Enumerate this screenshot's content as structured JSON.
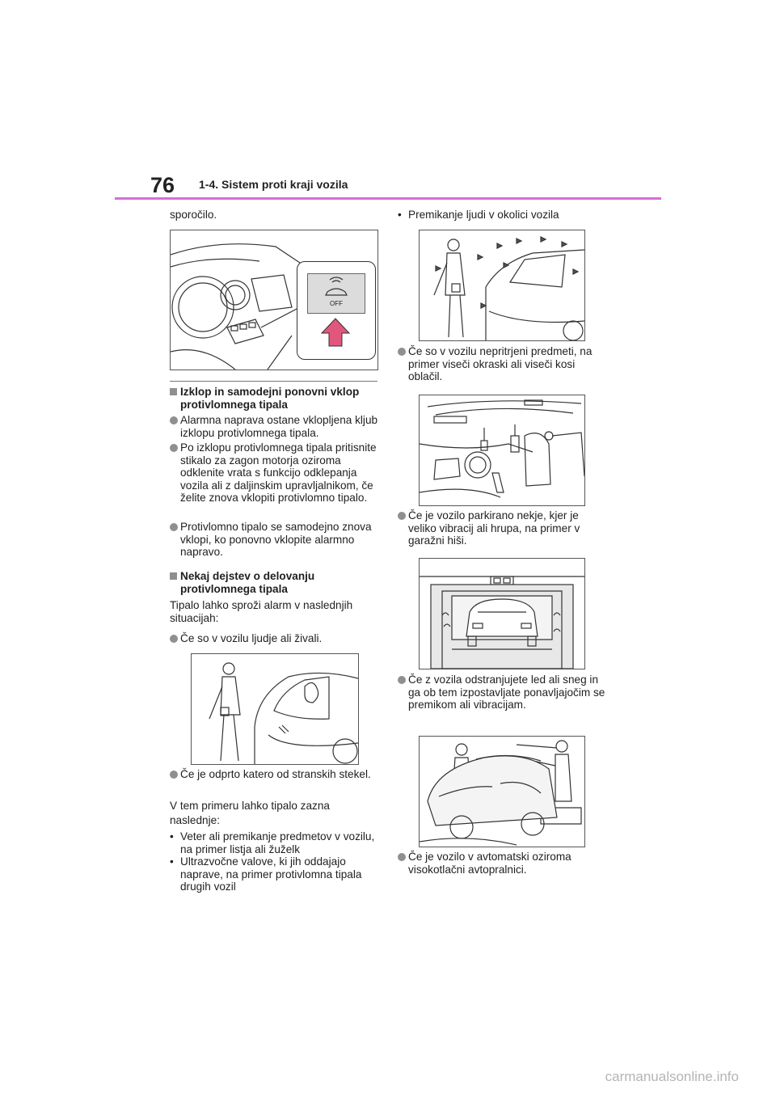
{
  "header": {
    "page_number": "76",
    "section": "1-4. Sistem proti kraji vozila",
    "accent_color": "#d56fd9"
  },
  "left": {
    "intro": "sporočilo.",
    "heading1": "Izklop in samodejni ponovni vklop protivlomnega tipala",
    "b1": "Alarmna naprava ostane vklopljena kljub izklopu protivlomnega tipala.",
    "b2": "Po izklopu protivlomnega tipala pritisnite stikalo za zagon motorja oziroma odklenite vrata s funkcijo odklepanja vozila ali z daljinskim upravljalnikom, če želite znova vklopiti protivlomno tipalo.",
    "b3": "Protivlomno tipalo se samodejno znova vklopi, ko ponovno vklopite alarmno napravo.",
    "heading2": "Nekaj dejstev o delovanju protivlomnega tipala",
    "p1": "Tipalo lahko sproži alarm v naslednjih situacijah:",
    "b4": "Če so v vozilu ljudje ali živali.",
    "b5": "Če je odprto katero od stranskih stekel.",
    "p2": "V tem primeru lahko tipalo zazna naslednje:",
    "d1": "Veter ali premikanje predmetov v vozilu, na primer listja ali žuželk",
    "d2": "Ultrazvočne valove, ki jih oddajajo naprave, na primer protivlomna tipala drugih vozil",
    "switch_label": "OFF"
  },
  "right": {
    "d3": "Premikanje ljudi v okolici vozila",
    "b6": "Če so v vozilu nepritrjeni predmeti, na primer viseči okraski ali viseči kosi oblačil.",
    "b7": "Če je vozilo parkirano nekje, kjer je veliko vibracij ali hrupa, na primer v garažni hiši.",
    "b8": "Če z vozila odstranjujete led ali sneg in ga ob tem izpostavljate ponavljajočim se premikom ali vibracijam.",
    "b9": "Če je vozilo v avtomatski oziroma visokotlačni avtopralnici."
  },
  "footer": {
    "watermark": "carmanualsonline.info"
  },
  "icons": [
    "square-bullet-icon",
    "round-bullet-icon",
    "intrusion-sensor-switch-icon",
    "press-arrow-icon"
  ]
}
